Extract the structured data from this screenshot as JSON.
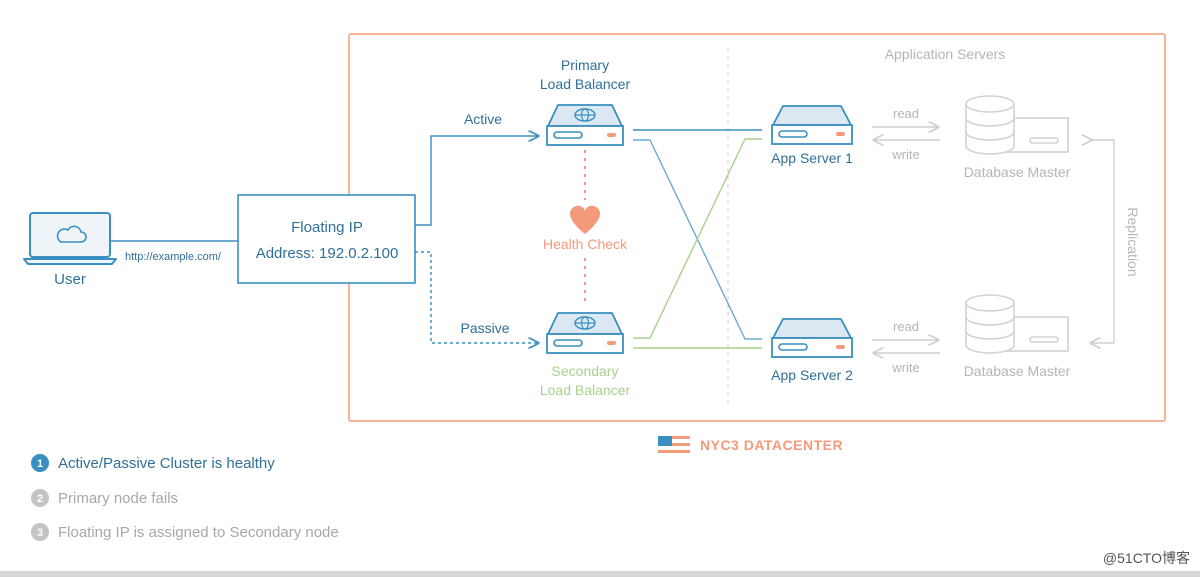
{
  "colors": {
    "blue": "#3a8fc1",
    "blue_dark": "#2f6f99",
    "orange": "#f39a7b",
    "green": "#a9d18e",
    "gray": "#c4c4c4",
    "gray_text": "#b5b5b5",
    "step_inactive": "#a8a8a8"
  },
  "user": {
    "label": "User",
    "url": "http://example.com/"
  },
  "floating_ip": {
    "title": "Floating IP",
    "address": "Address: 192.0.2.100"
  },
  "primary_lb": {
    "line1": "Primary",
    "line2": "Load Balancer"
  },
  "secondary_lb": {
    "line1": "Secondary",
    "line2": "Load Balancer"
  },
  "links": {
    "active": "Active",
    "passive": "Passive"
  },
  "health_check": "Health Check",
  "app_servers": {
    "heading": "Application Servers",
    "server1": "App Server 1",
    "server2": "App Server 2"
  },
  "rw": {
    "read": "read",
    "write": "write"
  },
  "databases": {
    "db1": "Database Master",
    "db2": "Database Master"
  },
  "replication": "Replication",
  "datacenter": "NYC3 DATACENTER",
  "steps": [
    {
      "num": "1",
      "text": "Active/Passive Cluster is healthy",
      "active": true
    },
    {
      "num": "2",
      "text": "Primary node fails",
      "active": false
    },
    {
      "num": "3",
      "text": "Floating IP is assigned to Secondary node",
      "active": false
    }
  ],
  "watermark": "@51CTO博客"
}
